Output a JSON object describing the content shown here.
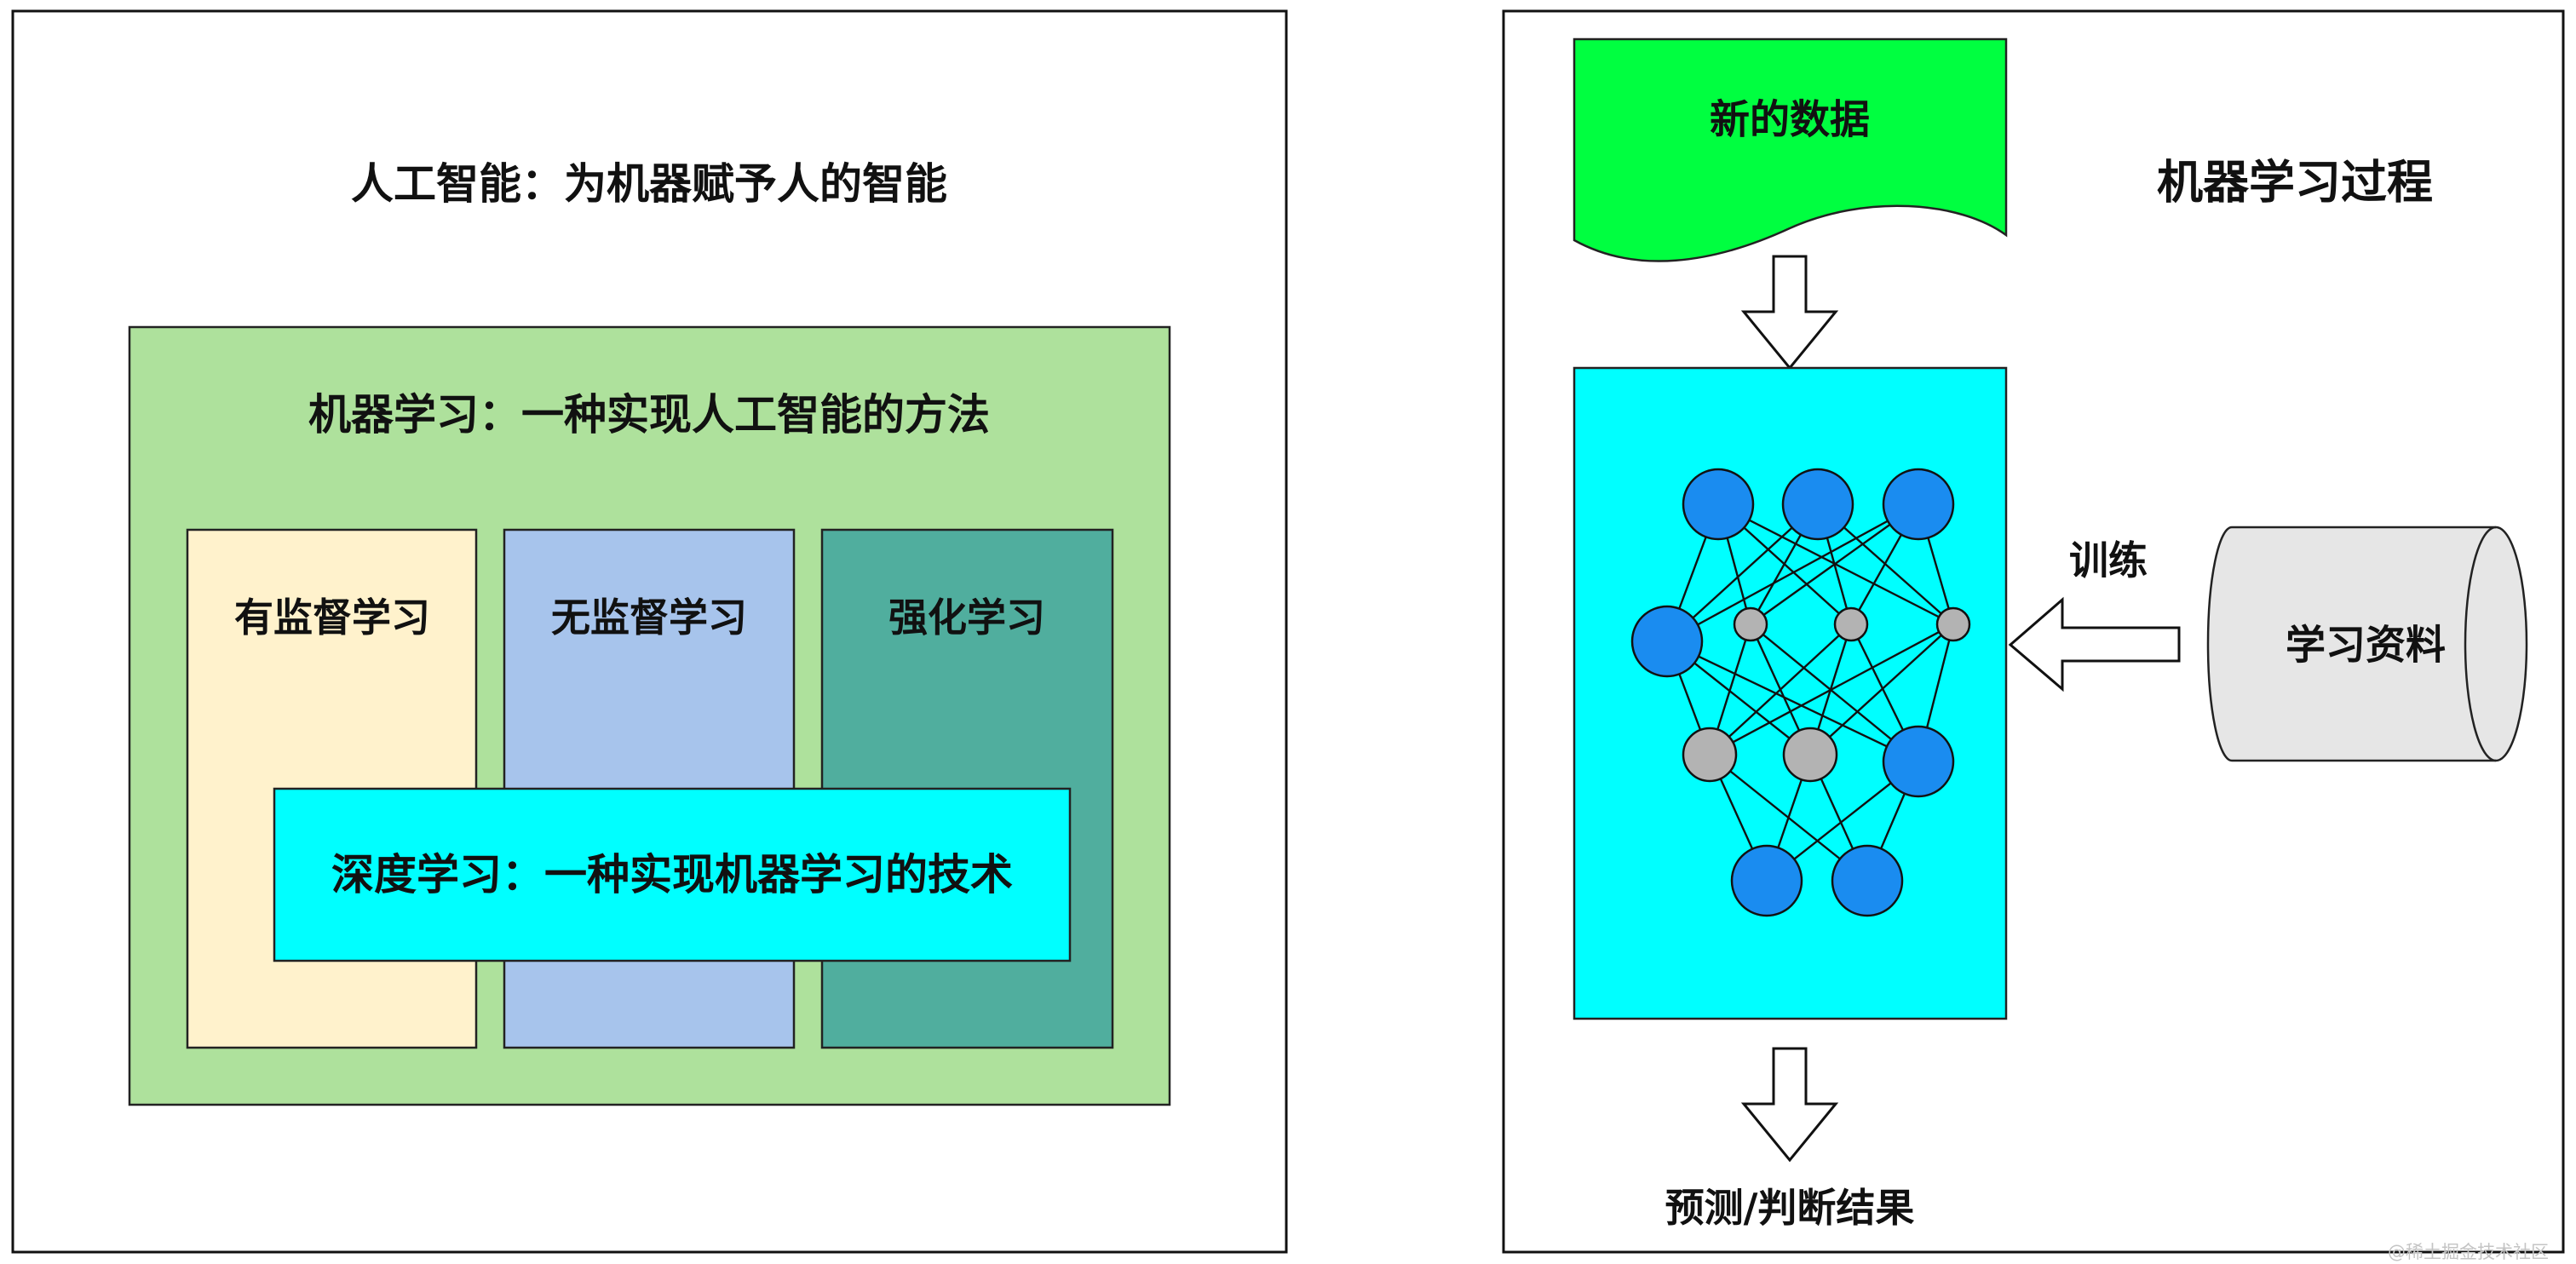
{
  "left_panel": {
    "title": "人工智能：为机器赋予人的智能",
    "ml_title": "机器学习：一种实现人工智能的方法",
    "categories": [
      "有监督学习",
      "无监督学习",
      "强化学习"
    ],
    "dl_label": "深度学习：一种实现机器学习的技术"
  },
  "right_panel": {
    "title": "机器学习过程",
    "input_label": "新的数据",
    "train_label": "训练",
    "data_source_label": "学习资料",
    "output_label": "预测/判断结果"
  },
  "watermark": "@稀土掘金技术社区",
  "colors": {
    "ml_box": "#aee19c",
    "supervised_box": "#fff2cc",
    "unsupervised_box": "#a7c4ec",
    "reinforcement_box": "#50ae9e",
    "dl_box": "#00ffff",
    "input_doc": "#00ff40",
    "network_box": "#00ffff",
    "data_cylinder": "#e6e6e6",
    "node_blue": "#1a8cf0",
    "node_gray": "#b3b3b3"
  }
}
